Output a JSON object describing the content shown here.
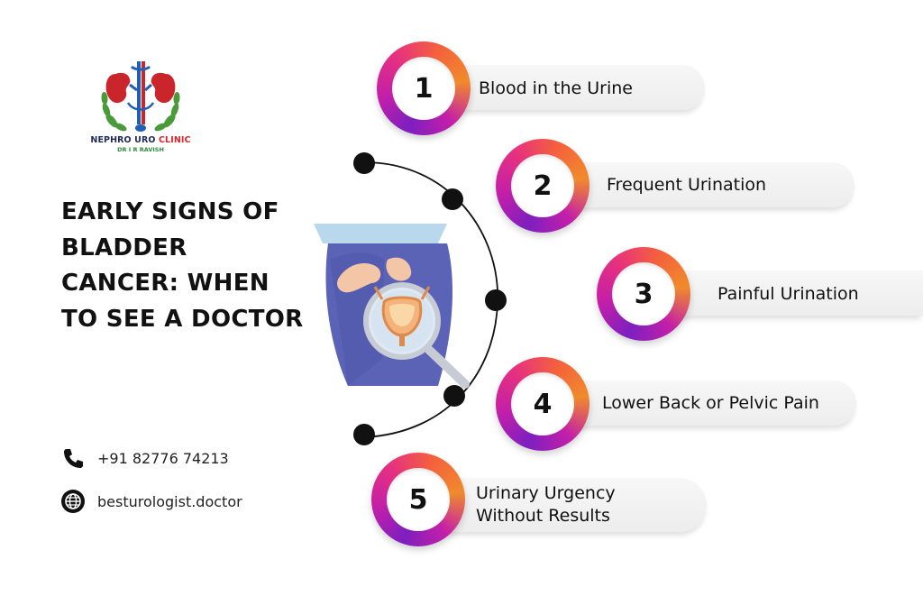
{
  "logo": {
    "name_part1": "NEPHRO URO ",
    "name_part2": "CLINIC",
    "subtitle": "DR I R RAVISH"
  },
  "title": "EARLY SIGNS OF BLADDER CANCER: WHEN TO SEE A DOCTOR",
  "contacts": {
    "phone": "+91 82776 74213",
    "website": "besturologist.doctor",
    "phone_icon": "phone-icon",
    "website_icon": "globe-icon"
  },
  "steps": [
    {
      "number": "1",
      "label": "Blood in the Urine"
    },
    {
      "number": "2",
      "label": "Frequent Urination"
    },
    {
      "number": "3",
      "label": "Painful Urination"
    },
    {
      "number": "4",
      "label": "Lower Back or Pelvic Pain"
    },
    {
      "number": "5",
      "label": "Urinary Urgency Without Results"
    }
  ],
  "colors": {
    "ring_purple": "#7d1fbf",
    "ring_magenta": "#c41fa8",
    "ring_orange": "#f4603d",
    "logo_red": "#d8262b",
    "logo_navy": "#1f2a5a",
    "logo_green": "#2e8b3c"
  }
}
